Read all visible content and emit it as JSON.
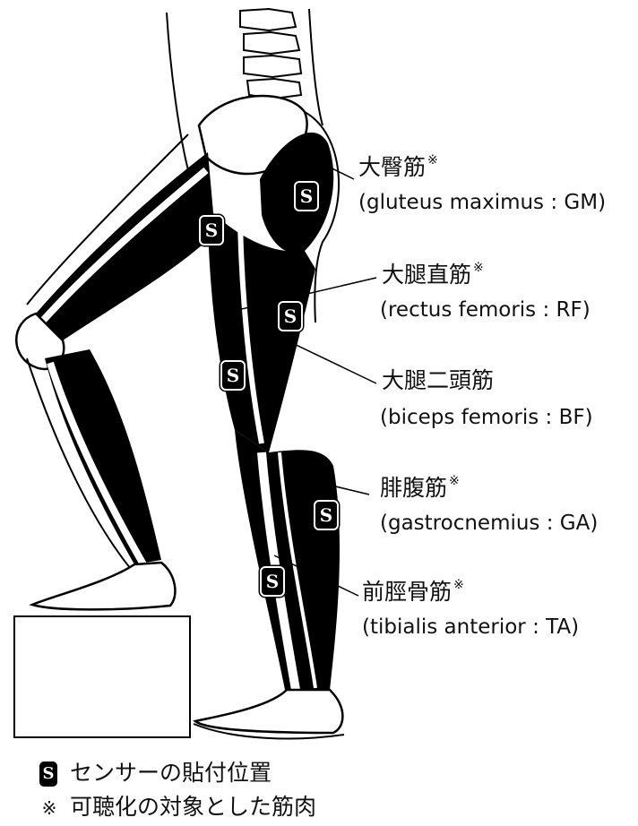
{
  "muscles": [
    {
      "jp": "大臀筋",
      "en": "(gluteus maximus : GM)",
      "marked": true
    },
    {
      "jp": "大腿直筋",
      "en": "(rectus femoris : RF)",
      "marked": true
    },
    {
      "jp": "大腿二頭筋",
      "en": "(biceps femoris : BF)",
      "marked": false
    },
    {
      "jp": "腓腹筋",
      "en": "(gastrocnemius : GA)",
      "marked": true
    },
    {
      "jp": "前脛骨筋",
      "en": "(tibialis anterior : TA)",
      "marked": true
    }
  ],
  "mark_symbol": "※",
  "sensor_symbol": "S",
  "legend": {
    "sensor_text": "センサーの貼付位置",
    "mark_text": "可聴化の対象とした筋肉"
  },
  "colors": {
    "ink": "#000000",
    "background": "#ffffff"
  }
}
